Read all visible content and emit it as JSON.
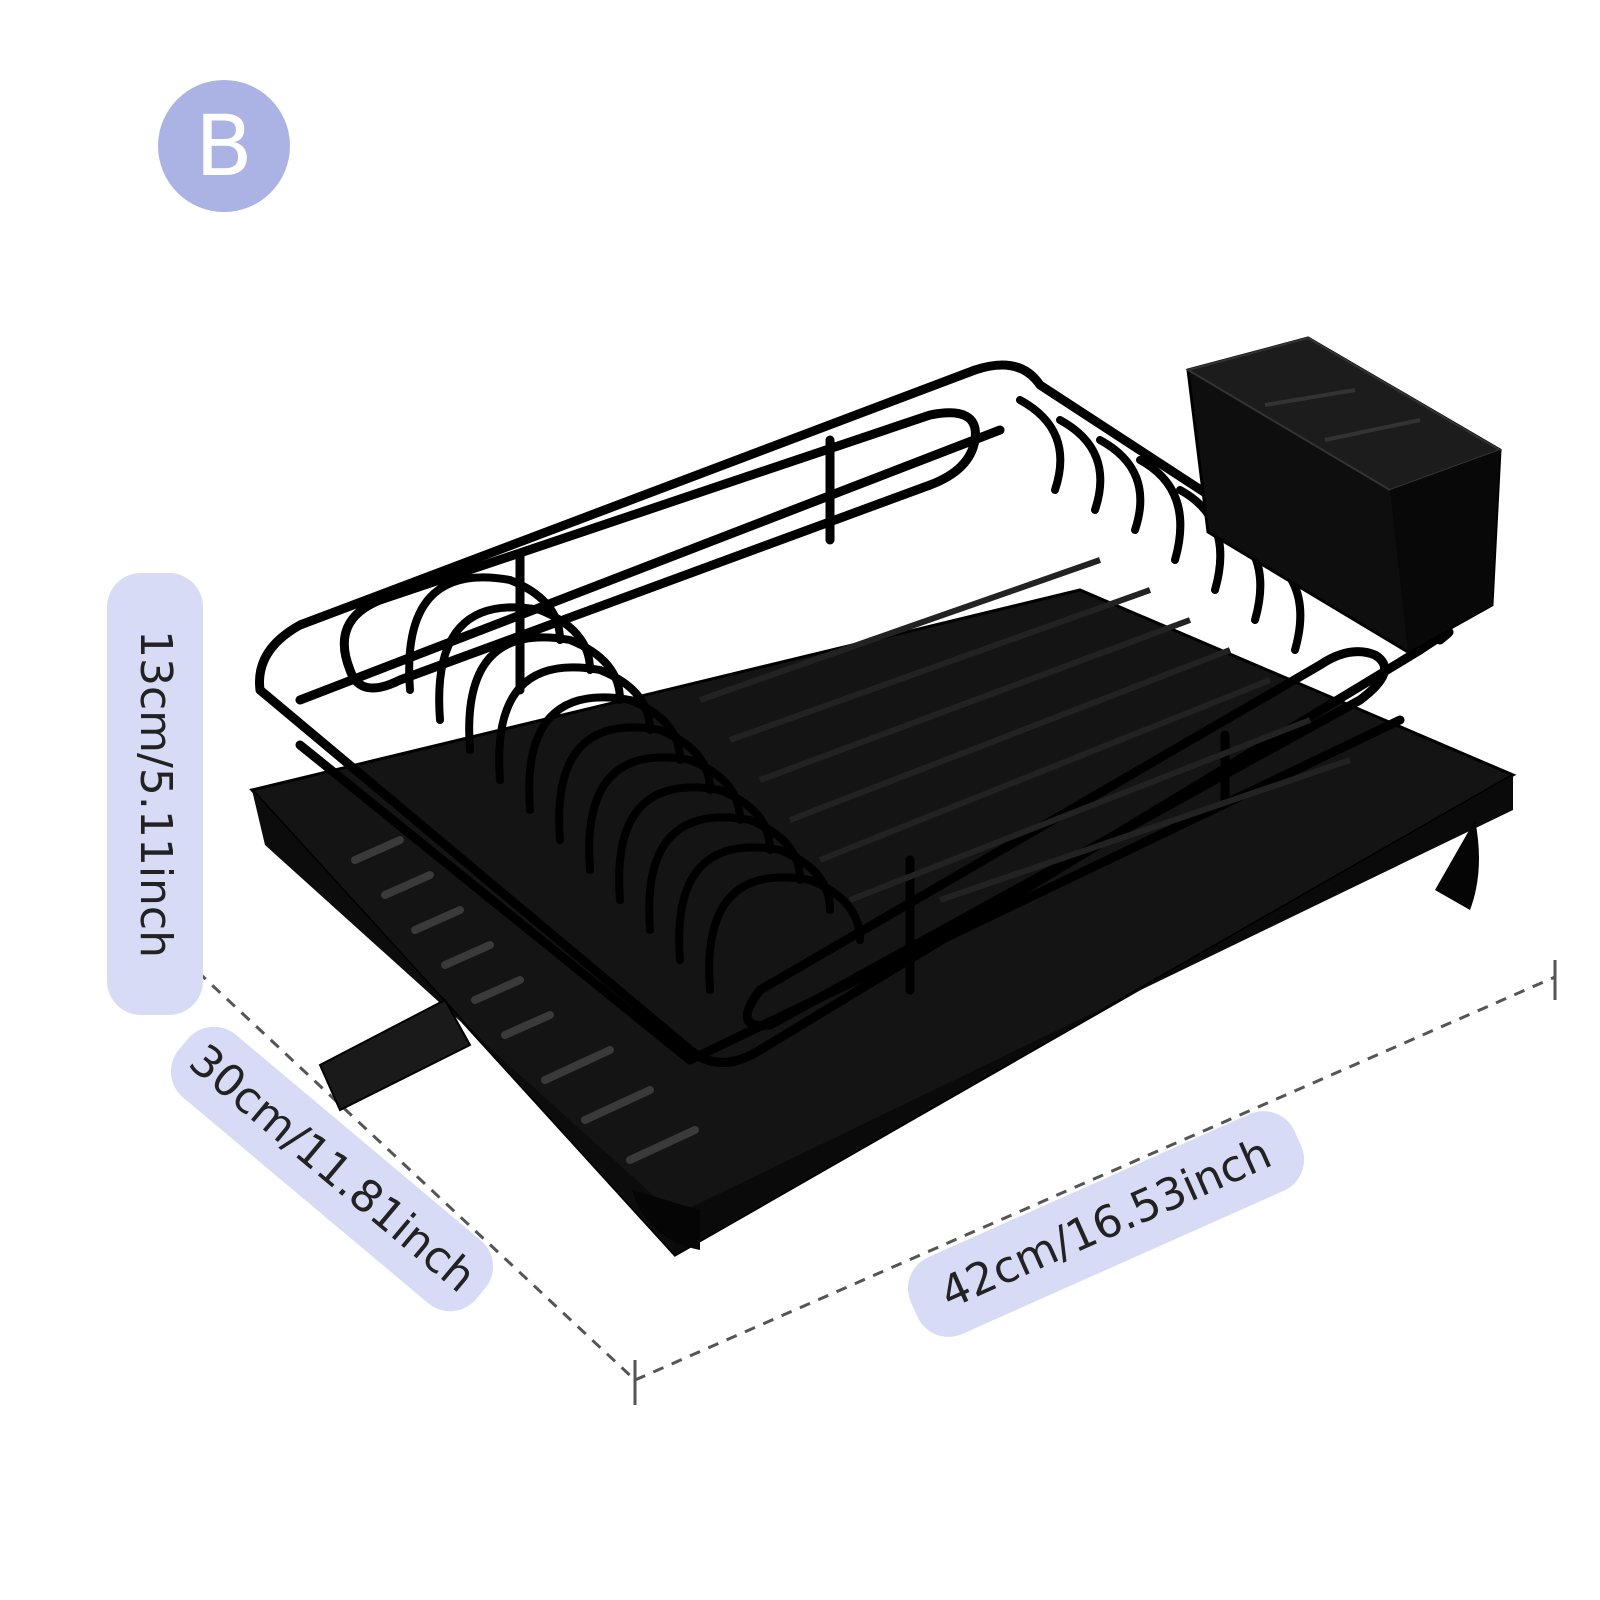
{
  "variant_badge": {
    "label": "B"
  },
  "dimensions": {
    "height": "13cm/5.11inch",
    "depth": "30cm/11.81inch",
    "length": "42cm/16.53inch"
  },
  "colors": {
    "badge_fill": "#aab3e4",
    "pill_fill": "#d7dbf5",
    "dashed_line": "#555555",
    "product": "#111111"
  },
  "product": {
    "name": "dish drying rack with utensil holder and drain tray"
  }
}
